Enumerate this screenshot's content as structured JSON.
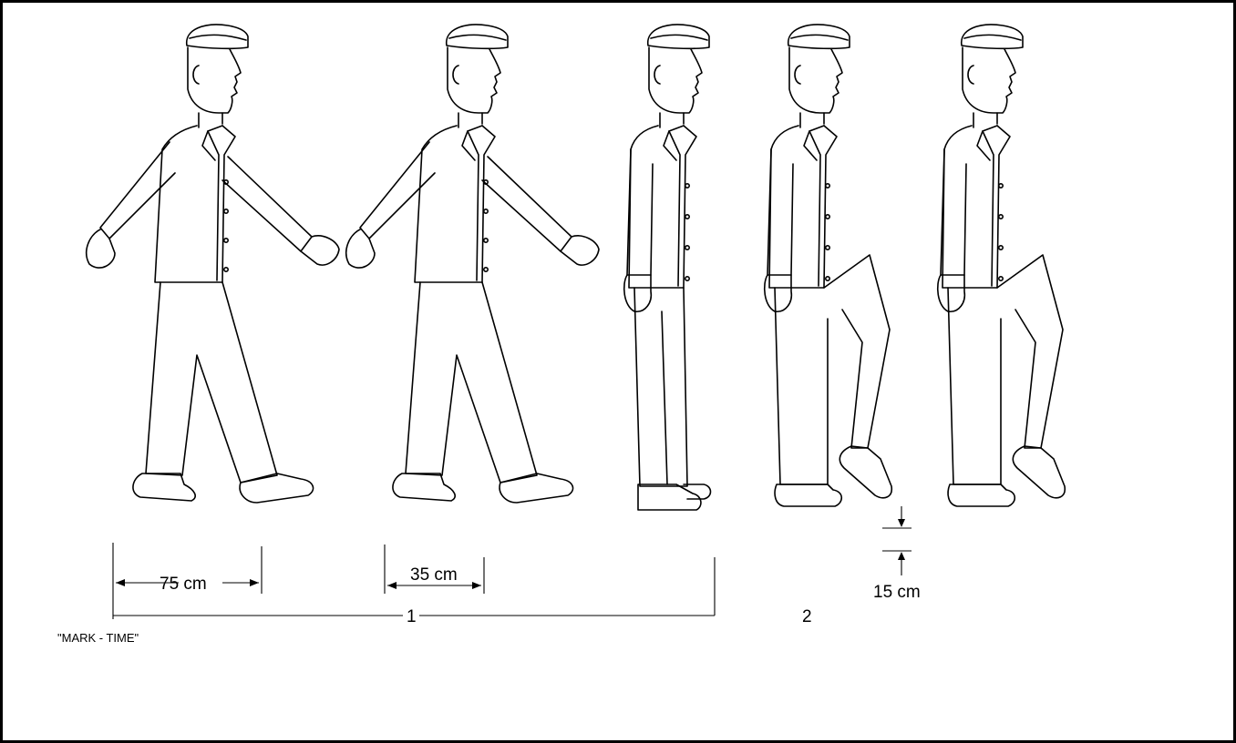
{
  "diagram": {
    "caption": "\"MARK - TIME\"",
    "measurements": {
      "step_long": "75 cm",
      "step_short": "35 cm",
      "foot_lift": "15 cm"
    },
    "groups": {
      "group_1": "1",
      "group_2": "2"
    },
    "figures": [
      {
        "pose": "walking, long step"
      },
      {
        "pose": "walking, short step"
      },
      {
        "pose": "standing at attention"
      },
      {
        "pose": "marking time, knee raised"
      },
      {
        "pose": "marking time, knee raised"
      }
    ],
    "colors": {
      "line": "#000000",
      "background": "#ffffff"
    }
  }
}
